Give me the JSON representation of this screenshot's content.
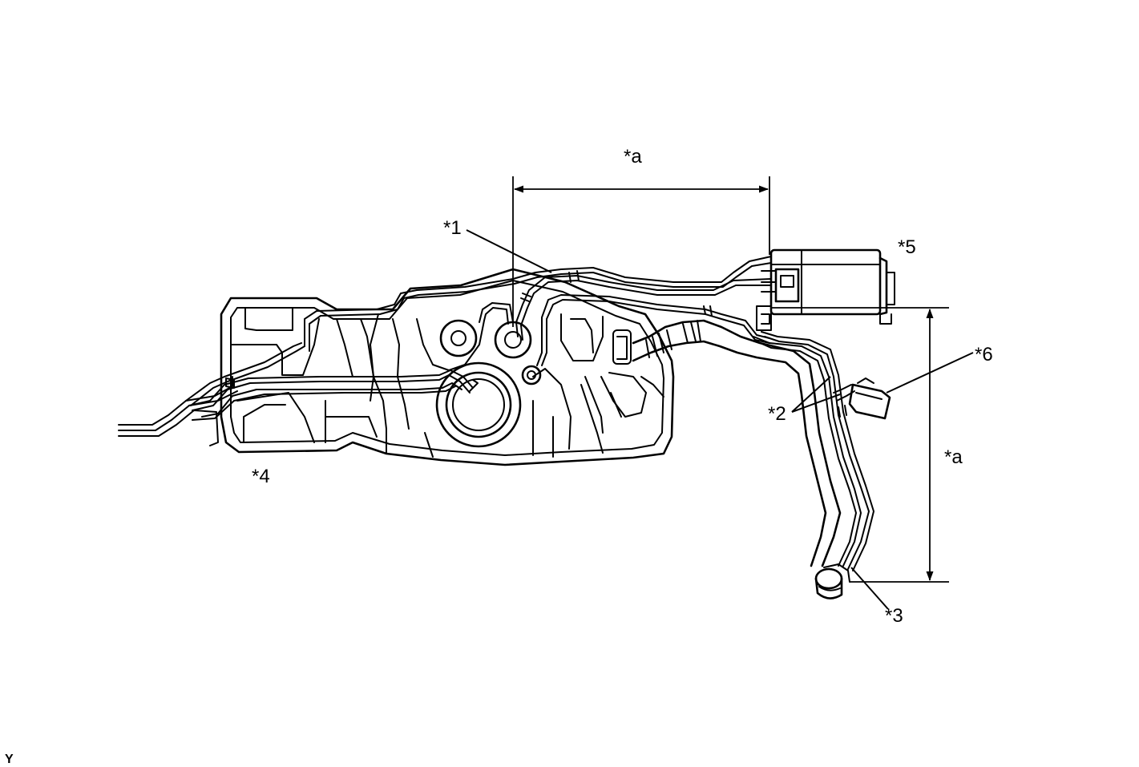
{
  "labels": {
    "dim_top": "*a",
    "dim_right": "*a",
    "part1": "*1",
    "part2": "*2",
    "part3": "*3",
    "part4": "*4",
    "part5": "*5",
    "part6": "*6"
  },
  "figure_code": "Y"
}
